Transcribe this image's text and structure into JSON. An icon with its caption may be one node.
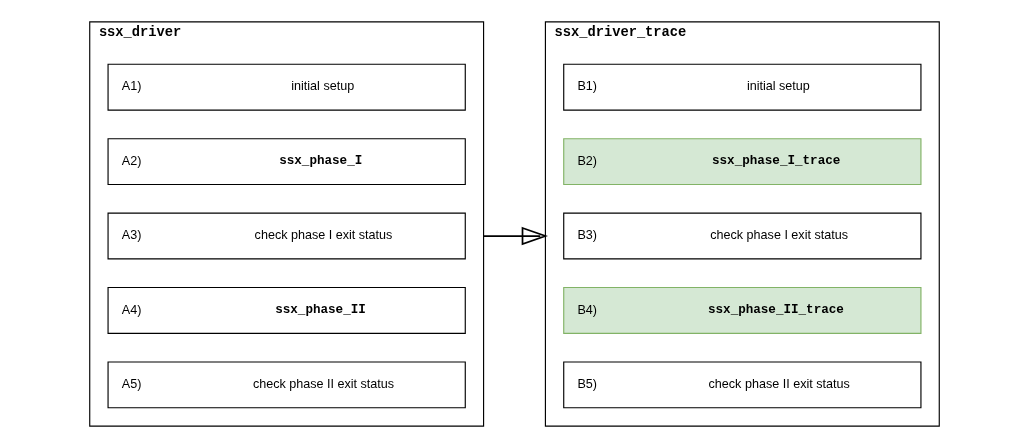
{
  "diagram": {
    "nodes": [
      {
        "text": [
          "ssx_driver"
        ]
      },
      {
        "text": [
          "A1)",
          "initial setup"
        ],
        "in": 0
      },
      {
        "text": [
          "A2)",
          "ssx_phase_I"
        ],
        "in": 0
      },
      {
        "text": [
          "A3)",
          "check phase I exit status"
        ],
        "in": 0
      },
      {
        "text": [
          "A4)",
          "ssx_phase_II"
        ],
        "in": 0
      },
      {
        "text": [
          "A5)",
          "check phase II exit status"
        ],
        "in": 0
      },
      {
        "text": [
          "ssx_driver_trace"
        ]
      },
      {
        "text": [
          "B1)",
          "initial setup"
        ],
        "in": 6
      },
      {
        "text": [
          "B2)",
          "ssx_phase_I_trace"
        ],
        "in": 6
      },
      {
        "text": [
          "B3)",
          "check phase I exit status"
        ],
        "in": 6
      },
      {
        "text": [
          "B4)",
          "ssx_phase_II_trace"
        ],
        "in": 6
      },
      {
        "text": [
          "B5)",
          "check phase II exit status"
        ],
        "in": 6
      }
    ],
    "edges": [
      {
        "from": 0,
        "to": 6,
        "arrow": "to"
      }
    ]
  }
}
